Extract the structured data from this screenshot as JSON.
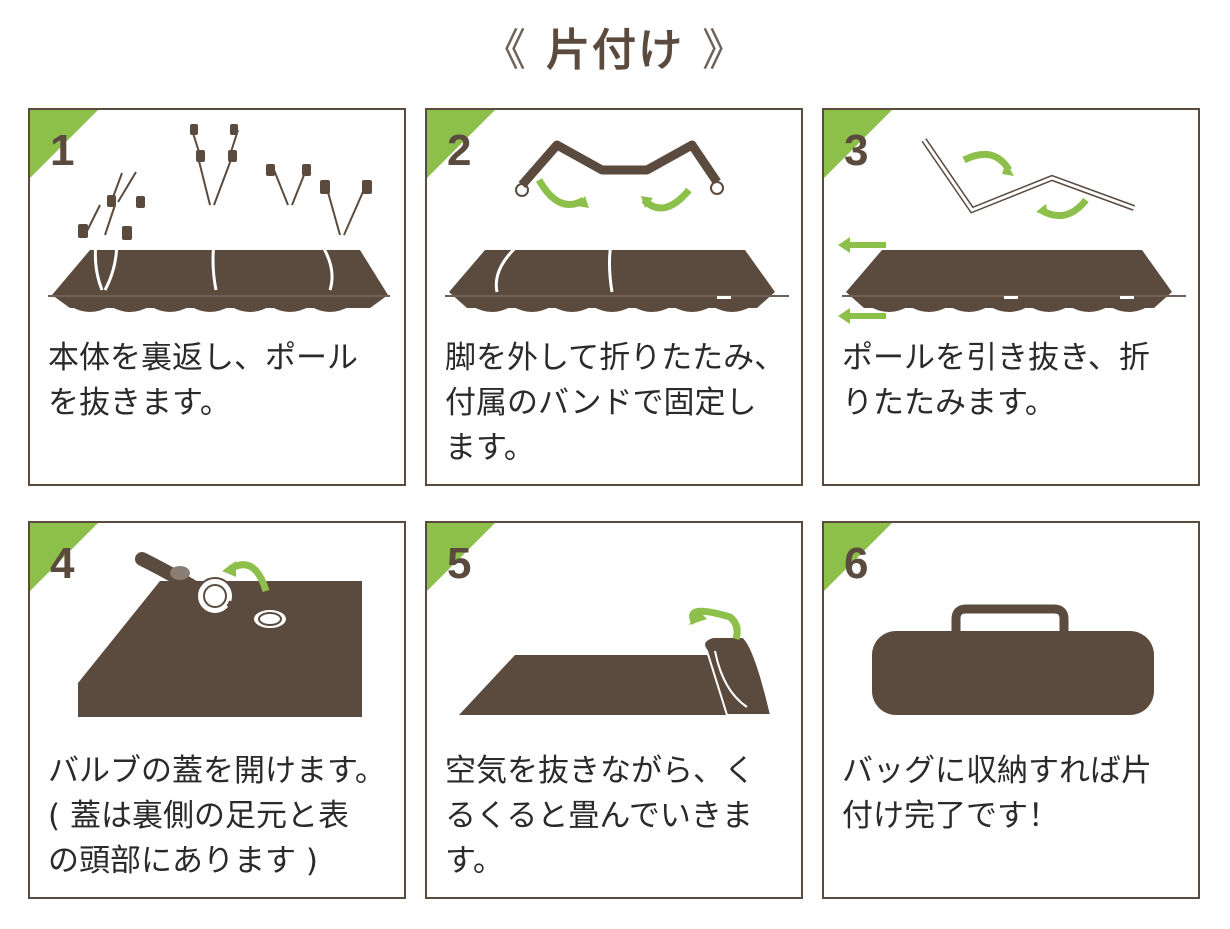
{
  "page": {
    "title_left": "《",
    "title": "片付け",
    "title_right": "》"
  },
  "colors": {
    "brown": "#5b4a3e",
    "green": "#8dc04a",
    "border": "#5b4a3e"
  },
  "steps": [
    {
      "num": "1",
      "text": "本体を裏返し、ポール\nを抜きます。"
    },
    {
      "num": "2",
      "text": "脚を外して折りたたみ、\n付属のバンドで固定し\nます。"
    },
    {
      "num": "3",
      "text": "ポールを引き抜き、折\nりたたみます。"
    },
    {
      "num": "4",
      "text": "バルブの蓋を開けます。\n( 蓋は裏側の足元と表\nの頭部にあります )"
    },
    {
      "num": "5",
      "text": "空気を抜きながら、く\nるくると畳んでいきま\nす。"
    },
    {
      "num": "6",
      "text": "バッグに収納すれば片\n付け完了です！"
    }
  ]
}
